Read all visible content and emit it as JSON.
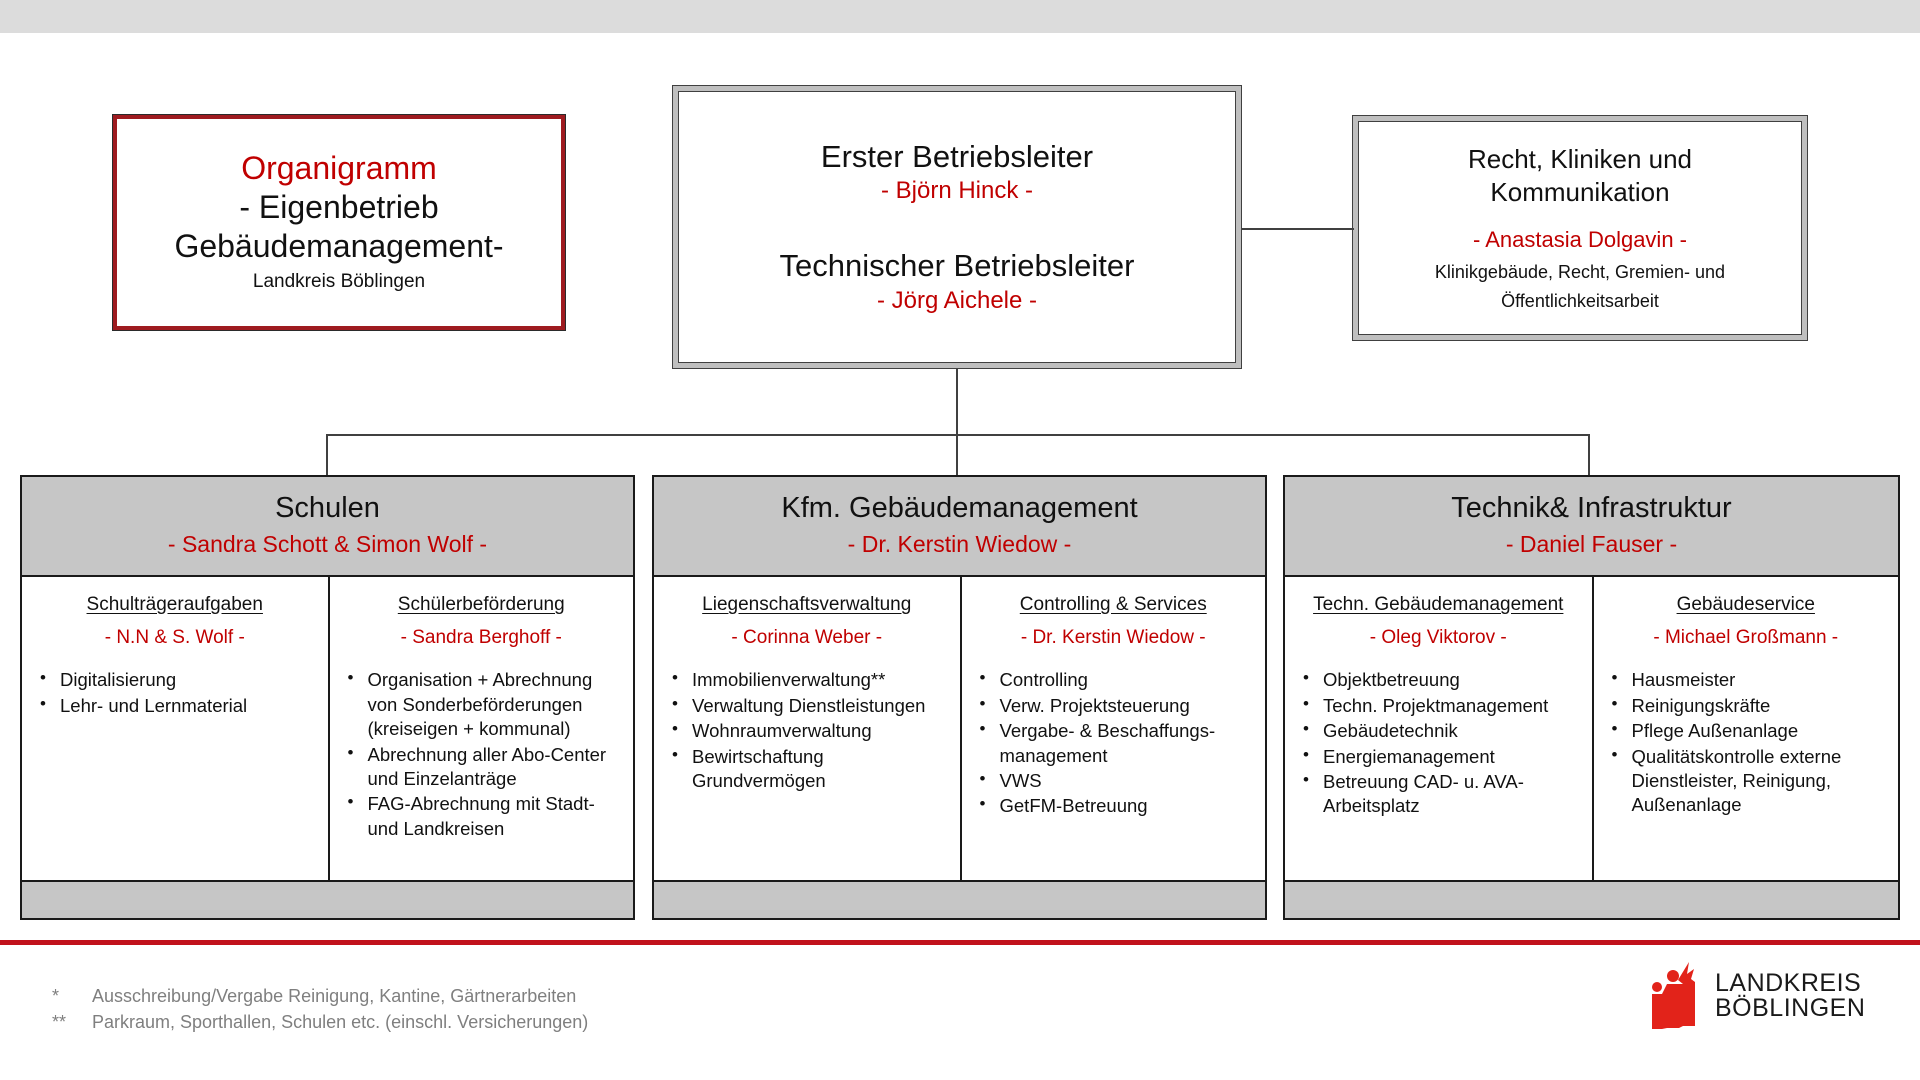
{
  "colors": {
    "accent_red": "#c00000",
    "brand_red": "#c1121c",
    "title_border_red": "#9e1b20",
    "header_gray": "#c6c6c6",
    "band_gray": "#dcdcdc",
    "footnote_gray": "#7f7f7f"
  },
  "title_box": {
    "heading": "Organigramm",
    "line2": "- Eigenbetrieb",
    "line3": "Gebäudemanagement-",
    "line4": "Landkreis Böblingen"
  },
  "leader_box": {
    "role1": "Erster Betriebsleiter",
    "name1": "- Björn Hinck -",
    "role2": "Technischer Betriebsleiter",
    "name2": "- Jörg Aichele -"
  },
  "legal_box": {
    "title_line1": "Recht, Kliniken und",
    "title_line2": "Kommunikation",
    "name": "- Anastasia Dolgavin -",
    "desc_line1": "Klinikgebäude, Recht, Gremien- und",
    "desc_line2": "Öffentlichkeitsarbeit"
  },
  "departments": [
    {
      "title": "Schulen",
      "lead": "- Sandra Schott & Simon Wolf -",
      "subunits": [
        {
          "title": "Schulträgeraufgaben",
          "lead": "- N.N & S. Wolf -",
          "items": [
            "Digitalisierung",
            "Lehr- und Lernmaterial"
          ]
        },
        {
          "title": "Schülerbeförderung",
          "lead": "- Sandra Berghoff -",
          "items": [
            "Organisation + Abrechnung von Sonderbeförderungen (kreiseigen + kommunal)",
            "Abrechnung aller Abo-Center und Einzelanträge",
            "FAG-Abrechnung mit Stadt- und Landkreisen"
          ]
        }
      ]
    },
    {
      "title": "Kfm. Gebäudemanagement",
      "lead": "- Dr. Kerstin Wiedow -",
      "subunits": [
        {
          "title": "Liegenschaftsverwaltung",
          "lead": "- Corinna Weber -",
          "items": [
            "Immobilienverwaltung**",
            "Verwaltung Dienstleistungen",
            "Wohnraumverwaltung",
            "Bewirtschaftung Grundvermögen"
          ]
        },
        {
          "title": "Controlling & Services",
          "lead": "- Dr. Kerstin Wiedow -",
          "items": [
            "Controlling",
            "Verw. Projektsteuerung",
            "Vergabe- & Beschaffungs-management",
            "VWS",
            "GetFM-Betreuung"
          ]
        }
      ]
    },
    {
      "title": "Technik& Infrastruktur",
      "lead": "- Daniel Fauser -",
      "subunits": [
        {
          "title": "Techn. Gebäudemanagement",
          "lead": "- Oleg Viktorov -",
          "items": [
            "Objektbetreuung",
            "Techn. Projektmanagement",
            "Gebäudetechnik",
            "Energiemanagement",
            "Betreuung CAD- u. AVA-Arbeitsplatz"
          ]
        },
        {
          "title": "Gebäudeservice",
          "lead": "- Michael Großmann -",
          "items": [
            "Hausmeister",
            "Reinigungskräfte",
            "Pflege Außenanlage",
            "Qualitätskontrolle externe Dienstleister, Reinigung, Außenanlage"
          ]
        }
      ]
    }
  ],
  "footnotes": [
    {
      "mark": "*",
      "text": "Ausschreibung/Vergabe Reinigung, Kantine, Gärtnerarbeiten"
    },
    {
      "mark": "**",
      "text": "Parkraum, Sporthallen, Schulen  etc. (einschl. Versicherungen)"
    }
  ],
  "logo": {
    "line1": "LANDKREIS",
    "line2": "BÖBLINGEN"
  }
}
